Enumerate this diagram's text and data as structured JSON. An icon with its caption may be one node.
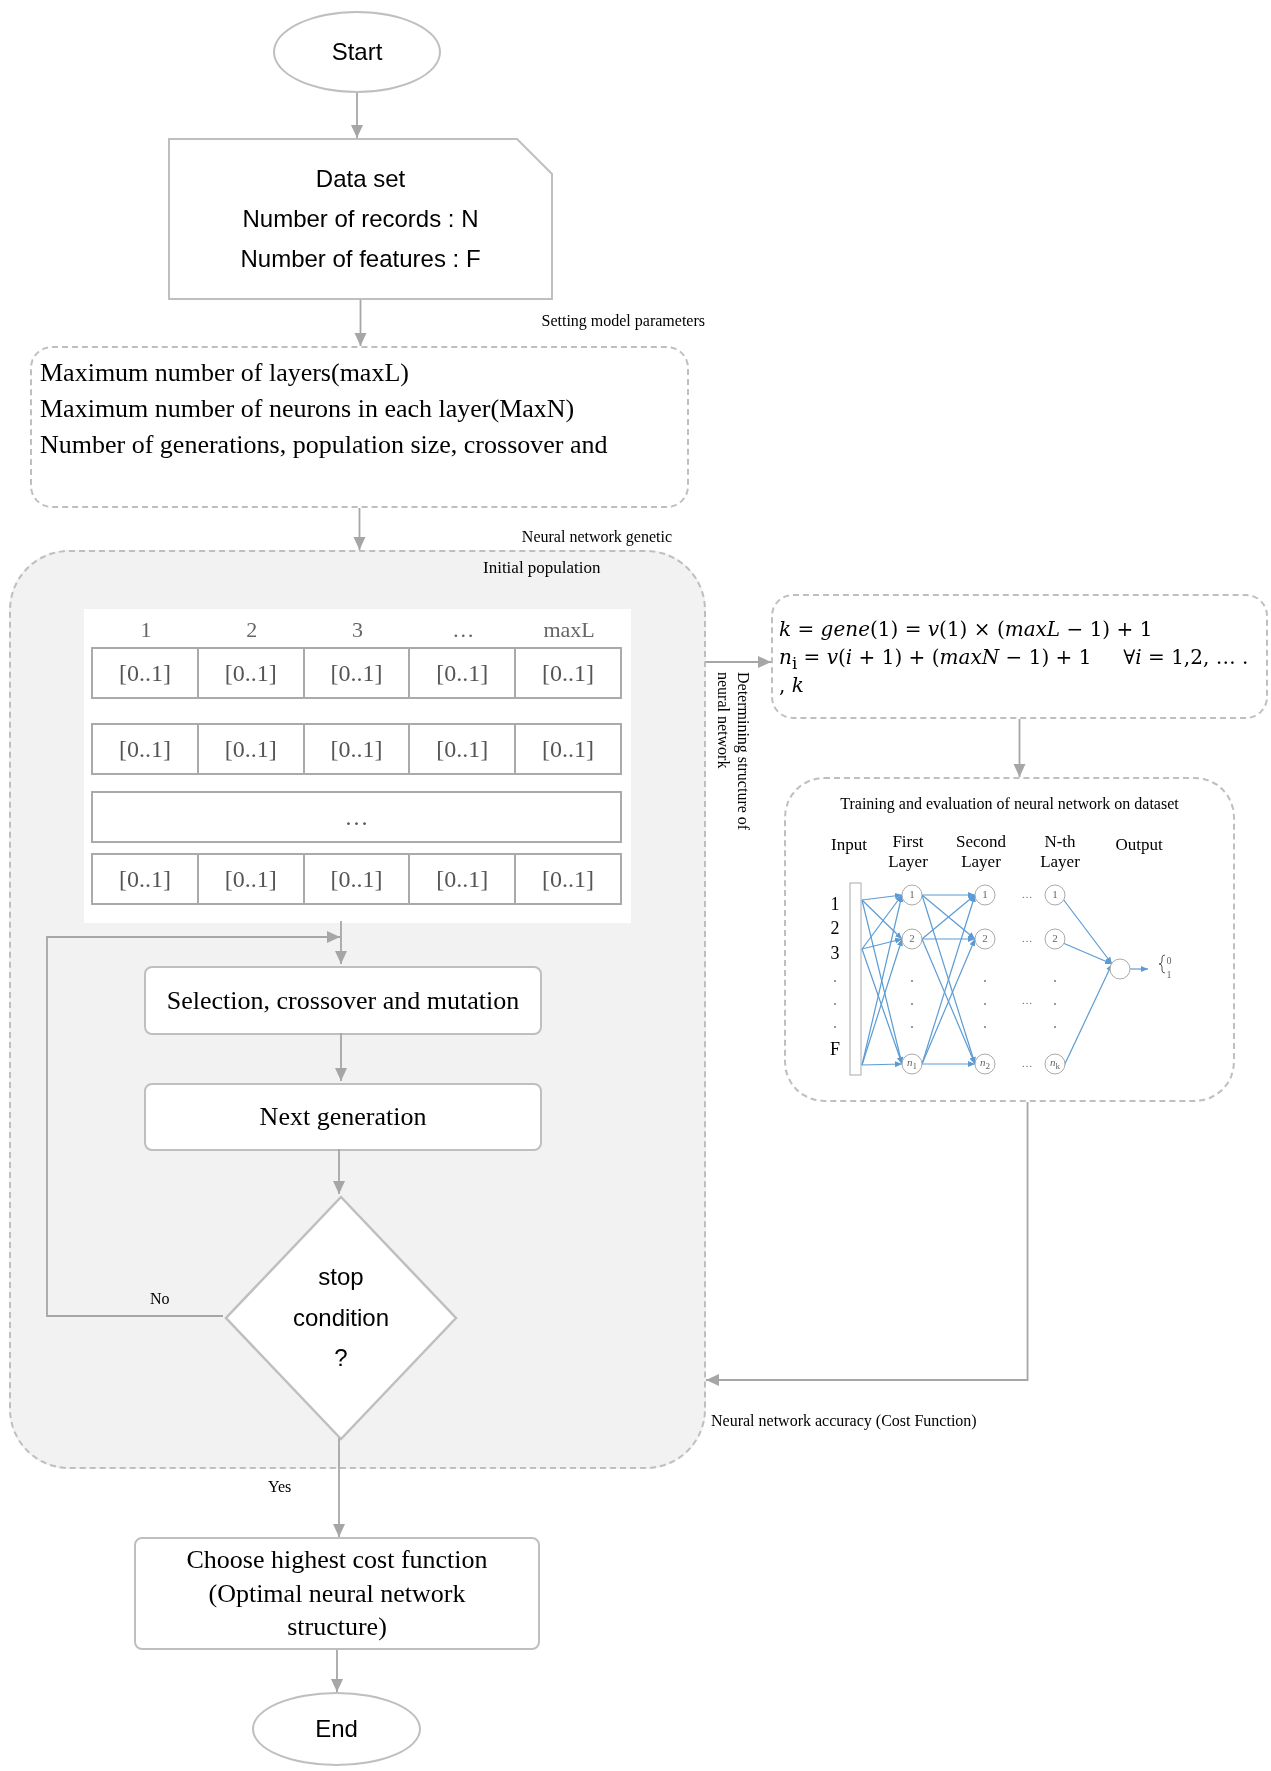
{
  "diagram": {
    "nodes": [
      {
        "text": [
          "Start"
        ]
      },
      {
        "text": [
          "Data set",
          "Number of records  : N",
          "Number of features : F"
        ]
      },
      {
        "text": [
          "Maximum number of layers(maxL)",
          "Maximum number of neurons in each layer(MaxN)",
          "Number of generations, population size, crossover and"
        ],
        "beside": [
          "Setting model parameters"
        ]
      },
      {
        "text": [
          "Initial population"
        ],
        "beside": [
          "Neural network genetic"
        ]
      },
      {
        "text": [
          "1",
          "2",
          "3",
          "…",
          "maxL",
          "[0..1]",
          "[0..1]",
          "[0..1]",
          "[0..1]",
          "[0..1]",
          "[0..1]",
          "[0..1]",
          "[0..1]",
          "[0..1]",
          "[0..1]",
          "…",
          "[0..1]",
          "[0..1]",
          "[0..1]",
          "[0..1]",
          "[0..1]"
        ],
        "in": 3
      },
      {
        "text": [
          "Selection, crossover and mutation"
        ],
        "in": 3
      },
      {
        "text": [
          "Next generation"
        ],
        "in": 3
      },
      {
        "text": [
          "stop condition ?"
        ],
        "in": 3
      },
      {
        "text": [
          "*k* = *gene*(1) = *v*(1) × (*maxL* − 1) + 1",
          "*n*$_{i}$ = *v*(*i* + 1) + (*maxN* − 1) + 1     ∀*i* = 1,2, … . , *k*"
        ]
      },
      {
        "text": [
          "Training and evaluation of neural network on dataset"
        ]
      },
      {
        "text": [
          "Choose highest cost function (Optimal neural network structure)"
        ]
      },
      {
        "text": [
          "End"
        ]
      }
    ],
    "edges": [
      {
        "from": 0,
        "to": 1,
        "arrow": "to"
      },
      {
        "from": 1,
        "to": 2,
        "arrow": "to"
      },
      {
        "from": 2,
        "to": 3,
        "arrow": "to"
      },
      {
        "from": 4,
        "to": 5,
        "arrow": "to"
      },
      {
        "from": 5,
        "to": 6,
        "arrow": "to"
      },
      {
        "from": 6,
        "to": 7,
        "arrow": "to"
      },
      {
        "from": 7,
        "to": 5,
        "arrow": "to",
        "label": "No"
      },
      {
        "from": 7,
        "to": 10,
        "arrow": "to",
        "label": "Yes"
      },
      {
        "from": 3,
        "to": 8,
        "arrow": "to",
        "label": "Determining structure of neural network"
      },
      {
        "from": 8,
        "to": 9,
        "arrow": "to"
      },
      {
        "from": 9,
        "to": 3,
        "arrow": "to",
        "label": "Neural network accuracy (Cost Function)"
      },
      {
        "from": 10,
        "to": 11,
        "arrow": "to"
      }
    ],
    "labels": [
      "Input",
      "First Layer",
      "Second Layer",
      "N-th Layer",
      "Output",
      "1",
      "2",
      "3",
      "F",
      "1",
      "2",
      "*n*$_{1}$",
      "1",
      "2",
      "*n*$_{2}$",
      "1",
      "2",
      "*n*$_{k}$",
      "0",
      "1",
      "…",
      "…",
      "…",
      "…"
    ]
  }
}
